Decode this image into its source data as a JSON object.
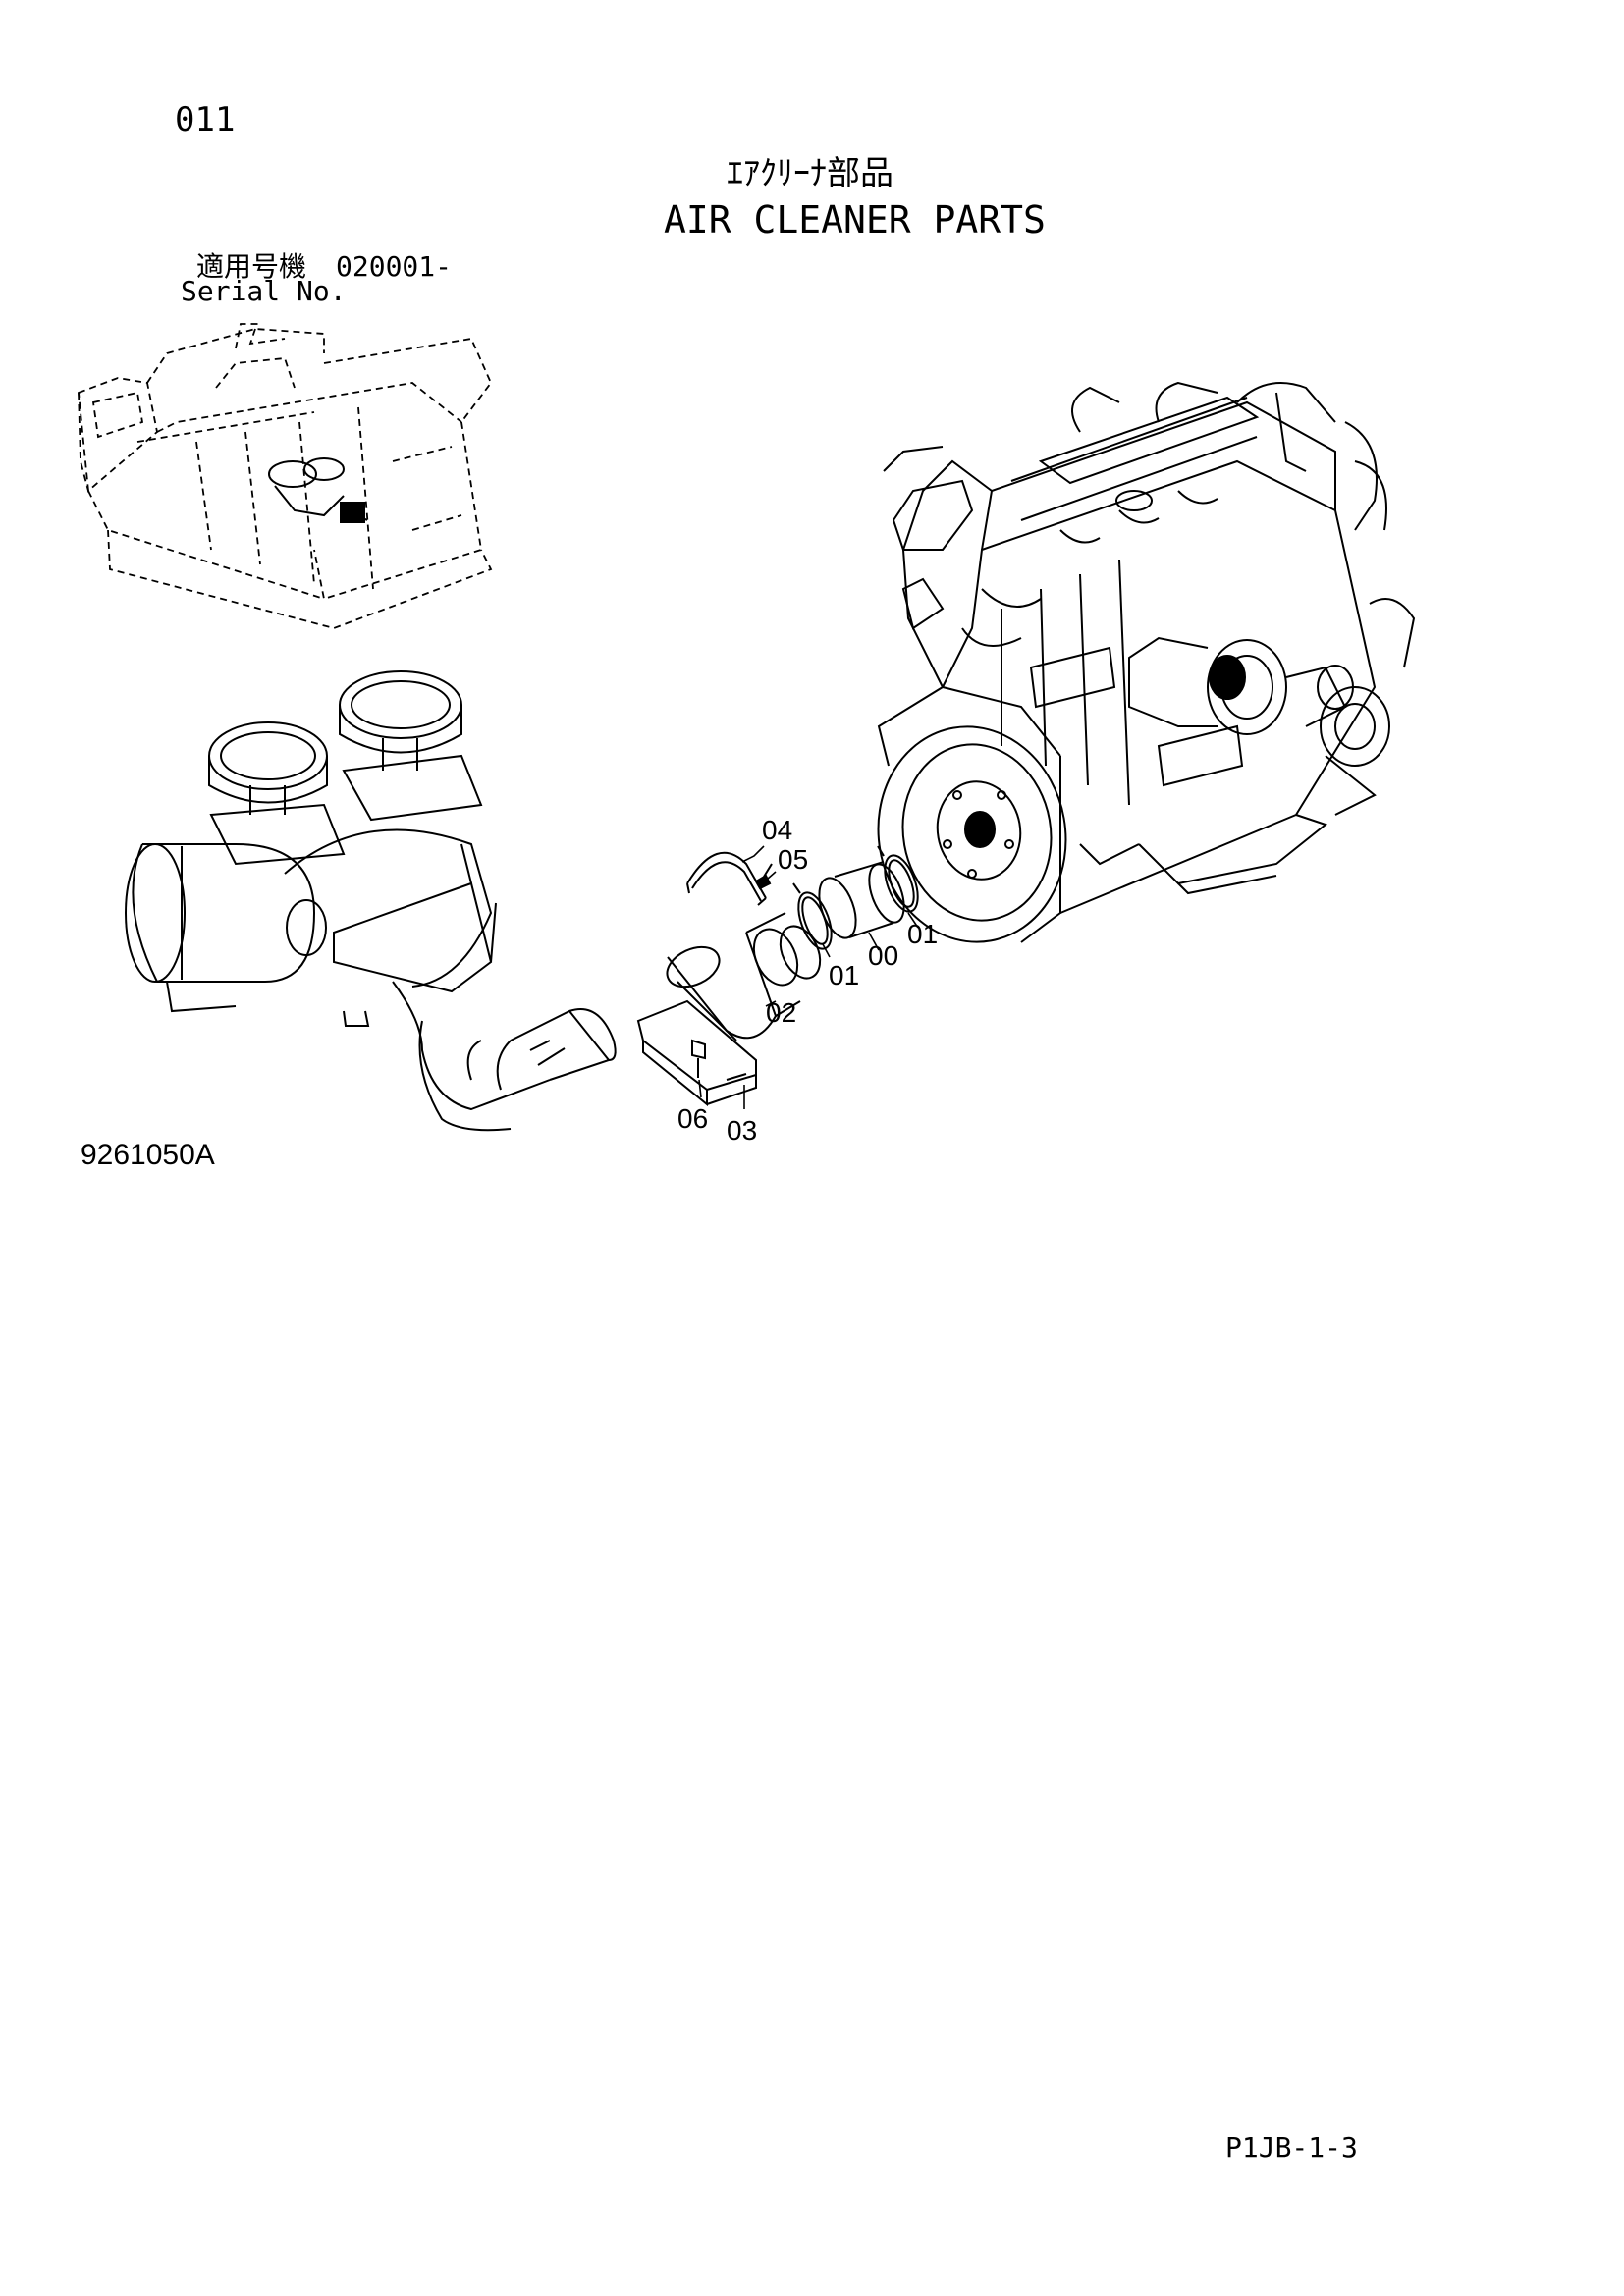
{
  "header": {
    "page_number": "011",
    "title_jp": "ｴｱｸﾘｰﾅ部品",
    "title_en": "AIR CLEANER PARTS",
    "serial_label_jp": "適用号機",
    "serial_number": "020001-",
    "serial_label_en": "Serial No."
  },
  "diagram": {
    "callouts": [
      {
        "id": "c04",
        "label": "04"
      },
      {
        "id": "c05",
        "label": "05"
      },
      {
        "id": "c01a",
        "label": "01"
      },
      {
        "id": "c00",
        "label": "00"
      },
      {
        "id": "c01b",
        "label": "01"
      },
      {
        "id": "c02",
        "label": "02"
      },
      {
        "id": "c06",
        "label": "06"
      },
      {
        "id": "c03",
        "label": "03"
      }
    ],
    "drawing_id": "9261050A"
  },
  "footer": {
    "code": "P1JB-1-3"
  }
}
